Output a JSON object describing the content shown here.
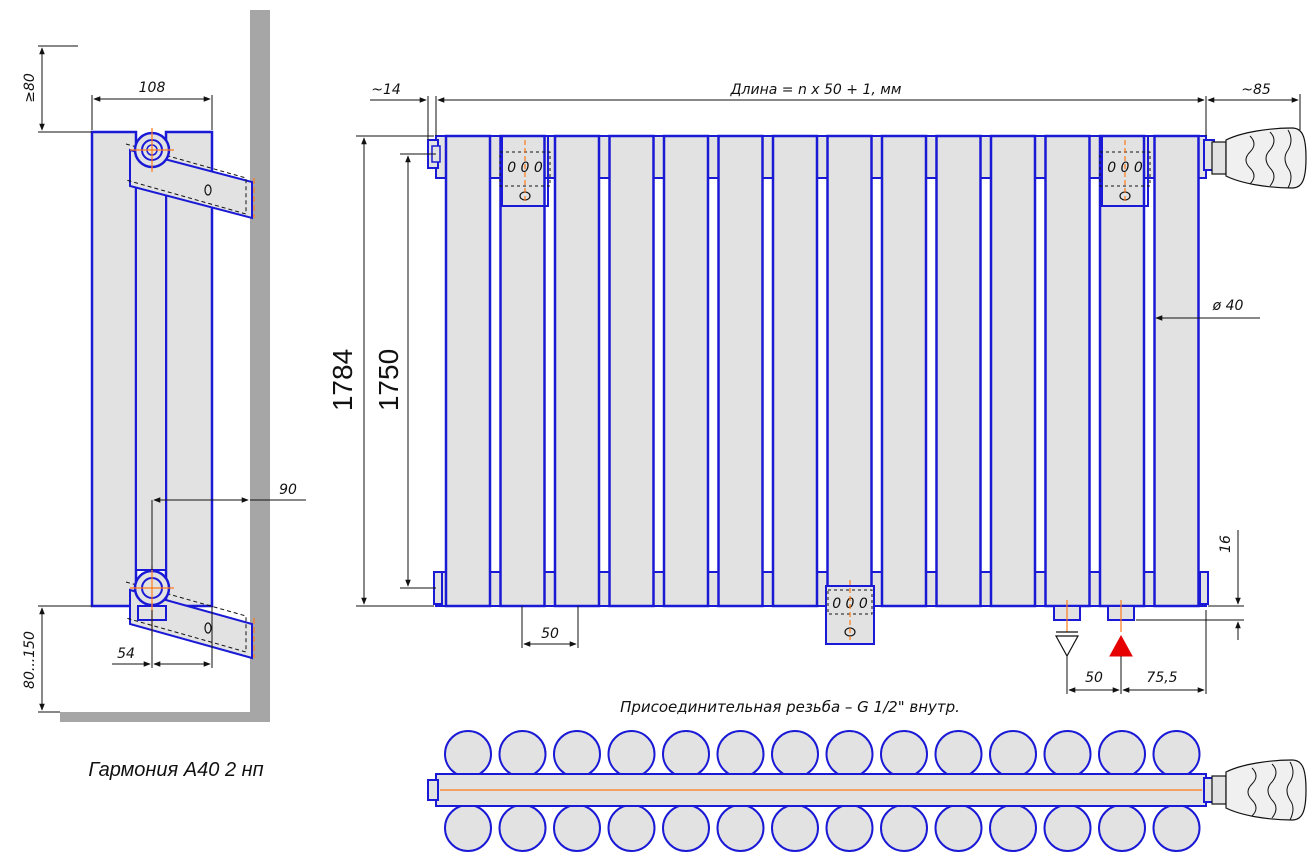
{
  "title": "Гармония А40 2 нп",
  "note": "Присоединительная резьба – G 1/2\" внутр.",
  "length_formula": "Длина = n x 50 + 1, мм",
  "section_count": 14,
  "colors": {
    "outline": "#1a1ad6",
    "fill": "#e2e2e2",
    "axis": "#ff7a1a",
    "wall": "#a6a6a6",
    "supply_arrow": "#e60000"
  },
  "dims": {
    "side_depth": "108",
    "top_clearance": "≥80",
    "bottom_clearance": "80...150",
    "bracket_offset": "90",
    "pipe_offset": "54",
    "left_offset": "~14",
    "right_offset": "~85",
    "total_height": "1784",
    "axis_height": "1750",
    "tube_diameter": "ø 40",
    "section_pitch": "50",
    "bottom_gap": "16",
    "connection_spacing": "50",
    "connection_edge": "75,5"
  }
}
